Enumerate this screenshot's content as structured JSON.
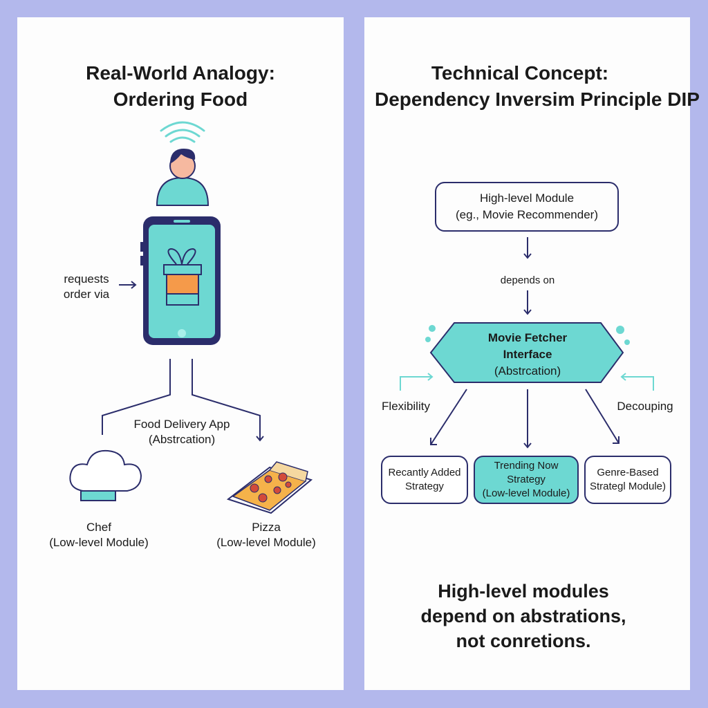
{
  "left": {
    "title_line1": "Real-World Analogy:",
    "title_line2": "Ordering Food",
    "request_label_line1": "requests",
    "request_label_line2": "order via",
    "app_label_line1": "Food Delivery App",
    "app_label_line2": "(Abstrcation)",
    "chef_label_line1": "Chef",
    "chef_label_line2": "(Low-level Module)",
    "pizza_label_line1": "Pizza",
    "pizza_label_line2": "(Low-level Module)"
  },
  "right": {
    "title_line1": "Technical Concept:",
    "title_line2": "Dependency Inversim Principle DIP",
    "high_module_line1": "High-level Module",
    "high_module_line2": "(eg., Movie Recommender)",
    "depends_on": "depends on",
    "interface_line1": "Movie Fetcher",
    "interface_line2": "Interface",
    "interface_line3": "(Abstrcation)",
    "flexibility": "Flexibility",
    "decoupling": "Decouping",
    "strategies": [
      {
        "line1": "Recantly Added",
        "line2": "Strategy"
      },
      {
        "line1": "Trending Now Strategy",
        "line2": "(Low-level Module)"
      },
      {
        "line1": "Genre-Based",
        "line2": "Strategl Module)"
      }
    ],
    "summary_line1": "High-level modules",
    "summary_line2": "depend on abstrations,",
    "summary_line3": "not conretions."
  },
  "colors": {
    "background": "#b3b8ec",
    "accent_teal": "#6dd8d2",
    "navy": "#2b2d6b",
    "orange": "#f59a4a"
  }
}
